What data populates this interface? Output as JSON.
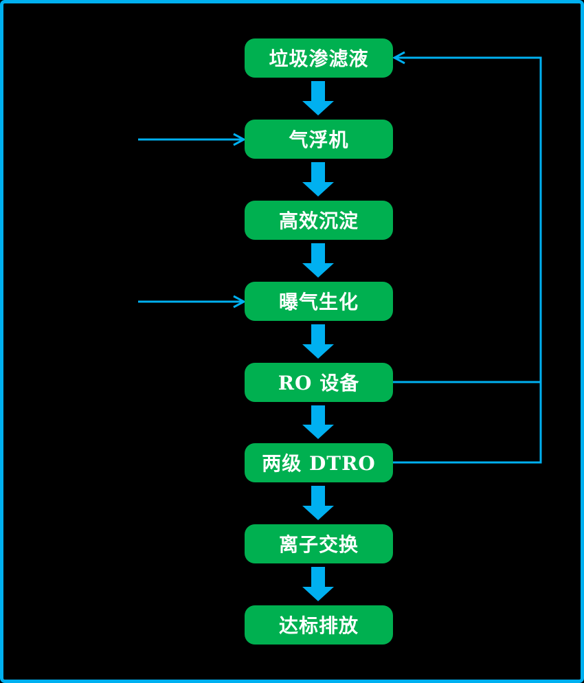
{
  "colors": {
    "background": "#000000",
    "border": "#00b0f0",
    "node_fill": "#00b050",
    "node_text": "#ffffff",
    "arrow": "#00b0f0"
  },
  "flowchart": {
    "nodes": [
      {
        "id": "leachate",
        "label": "垃圾渗滤液"
      },
      {
        "id": "air-flotation",
        "label": "气浮机"
      },
      {
        "id": "sedimentation",
        "label": "高效沉淀"
      },
      {
        "id": "aeration",
        "label": "曝气生化"
      },
      {
        "id": "ro-unit",
        "label": "RO 设备"
      },
      {
        "id": "dtro",
        "label": "两级 DTRO"
      },
      {
        "id": "ion-exchange",
        "label": "离子交换"
      },
      {
        "id": "discharge",
        "label": "达标排放"
      }
    ],
    "edges": [
      {
        "from": "leachate",
        "to": "air-flotation",
        "type": "flow"
      },
      {
        "from": "air-flotation",
        "to": "sedimentation",
        "type": "flow"
      },
      {
        "from": "sedimentation",
        "to": "aeration",
        "type": "flow"
      },
      {
        "from": "aeration",
        "to": "ro-unit",
        "type": "flow"
      },
      {
        "from": "ro-unit",
        "to": "dtro",
        "type": "flow"
      },
      {
        "from": "dtro",
        "to": "ion-exchange",
        "type": "flow"
      },
      {
        "from": "ion-exchange",
        "to": "discharge",
        "type": "flow"
      },
      {
        "from": "external-left",
        "to": "air-flotation",
        "type": "input"
      },
      {
        "from": "external-left",
        "to": "aeration",
        "type": "input"
      },
      {
        "from": "ro-unit",
        "to": "leachate",
        "type": "feedback"
      },
      {
        "from": "dtro",
        "to": "leachate",
        "type": "feedback"
      }
    ]
  }
}
